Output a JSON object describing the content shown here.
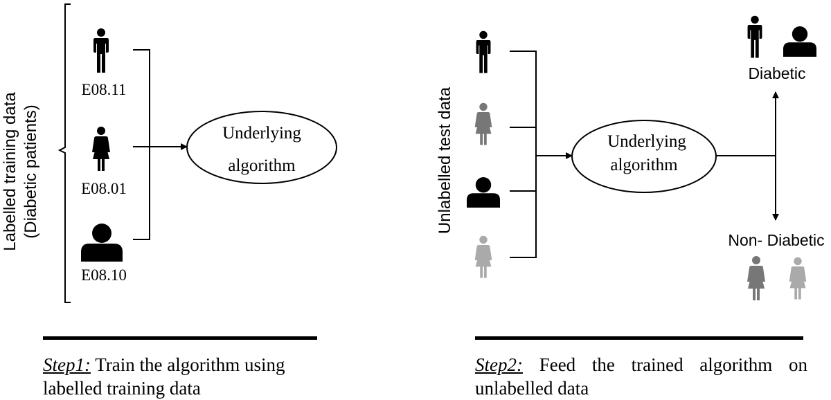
{
  "step1": {
    "side_label_line1": "Labelled training data",
    "side_label_line2": "(Diabetic patients)",
    "codes": [
      "E08.11",
      "E08.01",
      "E08.10"
    ],
    "algorithm_line1": "Underlying",
    "algorithm_line2": "algorithm",
    "caption_step": "Step1:",
    "caption_line1": " Train the algorithm using",
    "caption_line2": "labelled training data"
  },
  "step2": {
    "side_label": "Unlabelled test data",
    "algorithm_line1": "Underlying",
    "algorithm_line2": "algorithm",
    "output_top": "Diabetic",
    "output_bottom": "Non- Diabetic",
    "caption_step": "Step2:",
    "caption_line1": " Feed the trained algorithm on",
    "caption_line2": "unlabelled data"
  },
  "colors": {
    "black": "#000000",
    "dark_gray": "#777777",
    "light_gray": "#aaaaaa"
  }
}
